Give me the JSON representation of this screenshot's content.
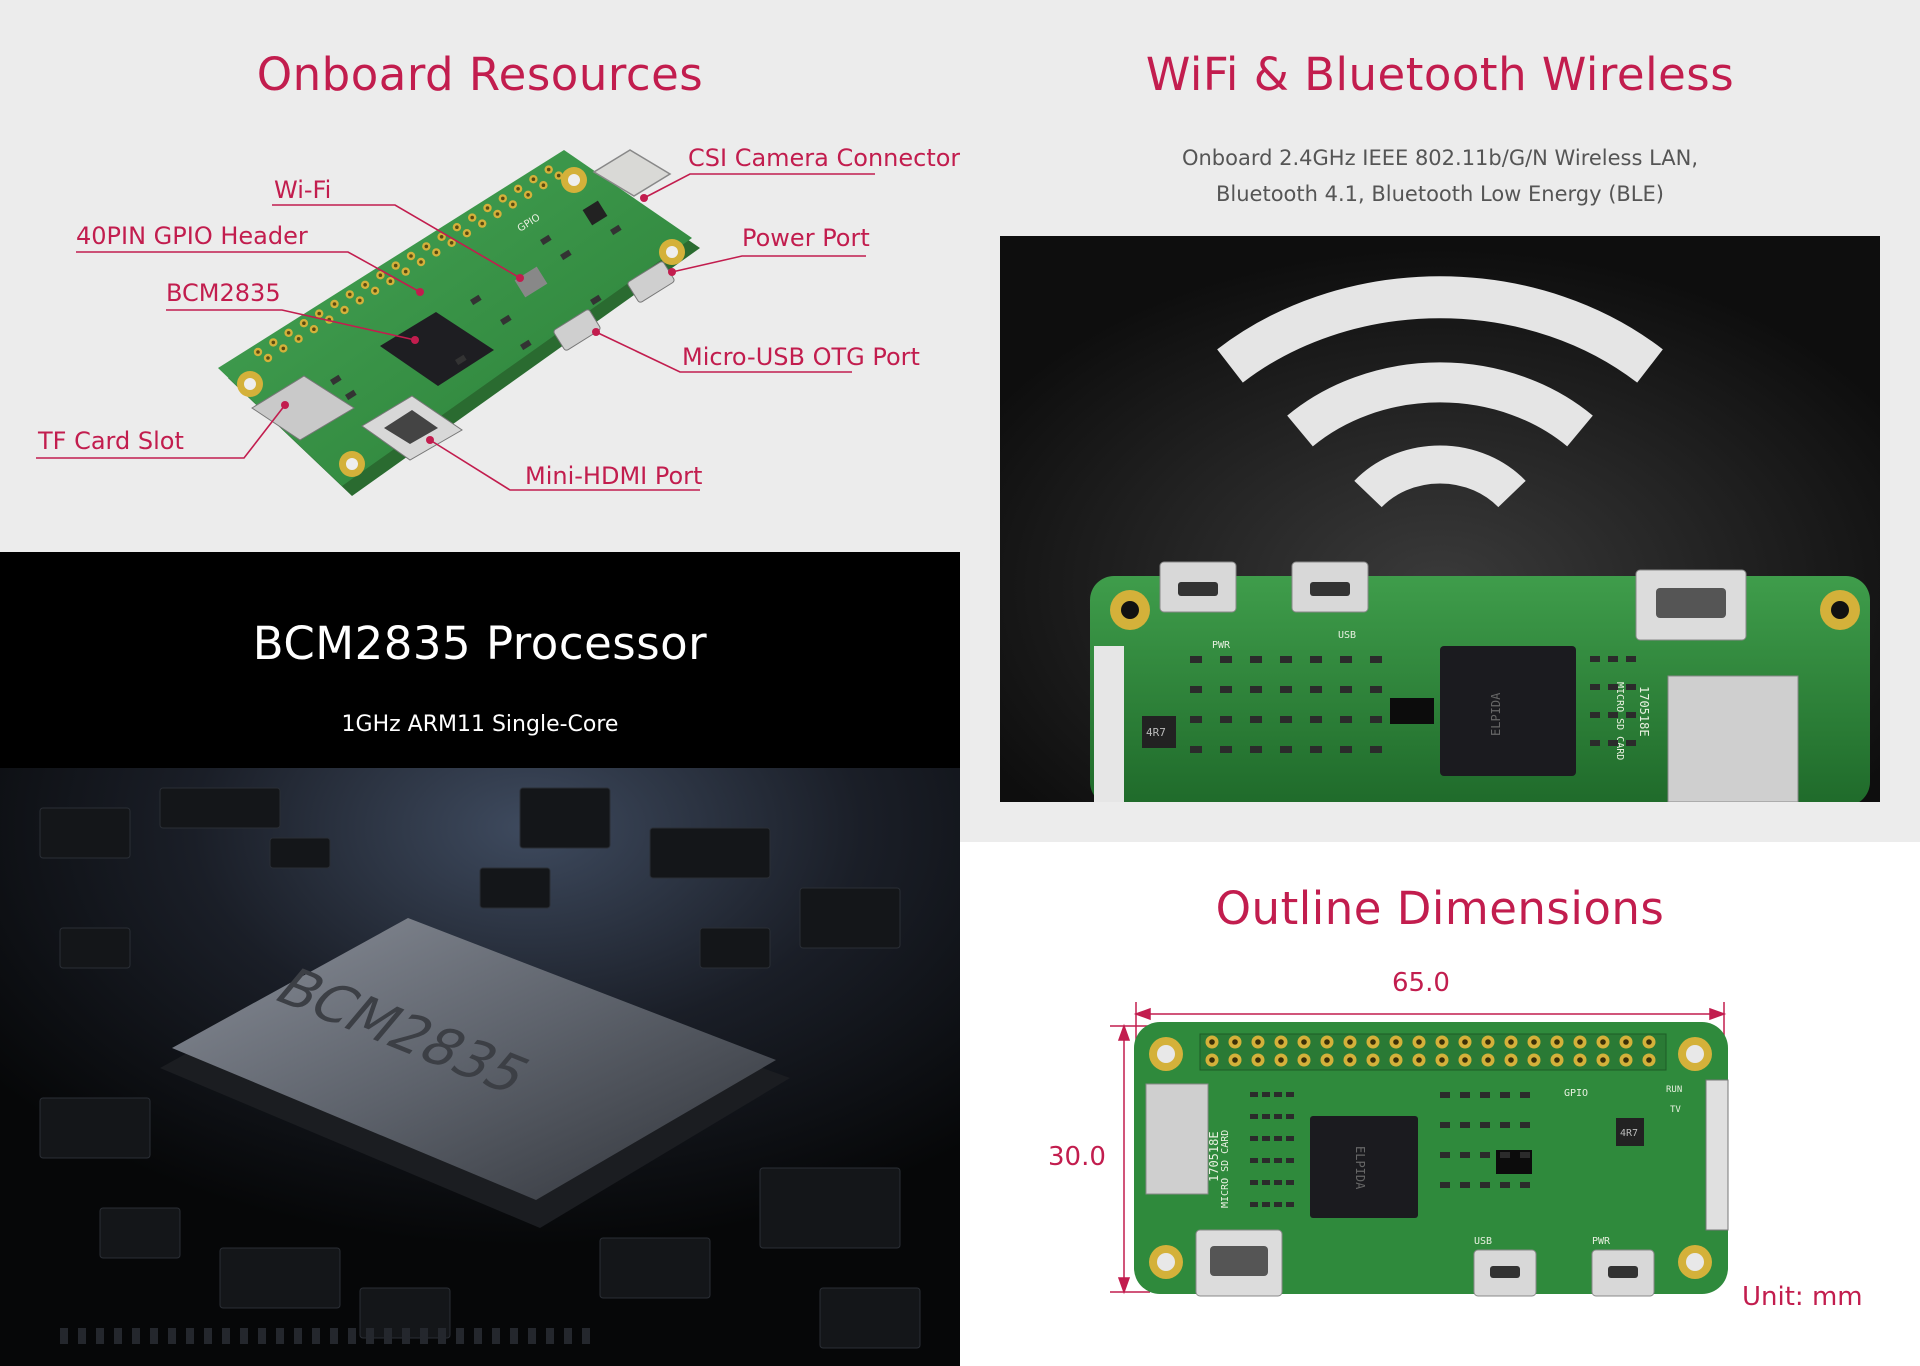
{
  "onboard": {
    "title": "Onboard Resources",
    "labels": {
      "csi": "CSI Camera Connector",
      "wifi": "Wi-Fi",
      "gpio": "40PIN GPIO Header",
      "power": "Power Port",
      "bcm": "BCM2835",
      "otg": "Micro-USB OTG Port",
      "tf": "TF Card Slot",
      "hdmi": "Mini-HDMI Port"
    },
    "board_silk": {
      "gpio": "GPIO"
    }
  },
  "wireless": {
    "title": "WiFi & Bluetooth Wireless",
    "line1": "Onboard 2.4GHz IEEE 802.11b/G/N Wireless LAN,",
    "line2": "Bluetooth 4.1, Bluetooth Low Energy (BLE)",
    "silk": {
      "pwr": "PWR",
      "usb": "USB",
      "card": "MICRO SD CARD",
      "chip": "ELPIDA",
      "ind": "4R7",
      "lot": "170518E"
    }
  },
  "processor": {
    "title": "BCM2835 Processor",
    "subtitle": "1GHz ARM11 Single-Core",
    "chip_label": "BCM2835"
  },
  "dimensions": {
    "title": "Outline Dimensions",
    "width": "65.0",
    "height": "30.0",
    "unit": "Unit: mm",
    "silk": {
      "gpio": "GPIO",
      "run": "RUN",
      "tv": "TV",
      "usb": "USB",
      "pwr": "PWR",
      "card": "MICRO SD CARD",
      "lot": "170518E",
      "chip": "ELPIDA",
      "ind": "4R7"
    }
  },
  "colors": {
    "accent": "#c21d4e",
    "pcb": "#2e8b3e",
    "gold": "#d4b13a"
  }
}
